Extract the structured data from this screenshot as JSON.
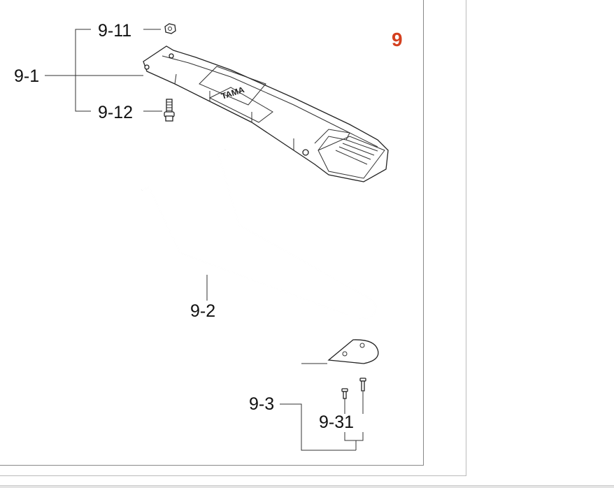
{
  "section_number": "9",
  "colors": {
    "section": "#d4401f"
  },
  "labels": {
    "p9_11": "9-11",
    "p9_1": "9-1",
    "p9_12": "9-12",
    "p9_2": "9-2",
    "p9_3": "9-3",
    "p9_31": "9-31"
  }
}
